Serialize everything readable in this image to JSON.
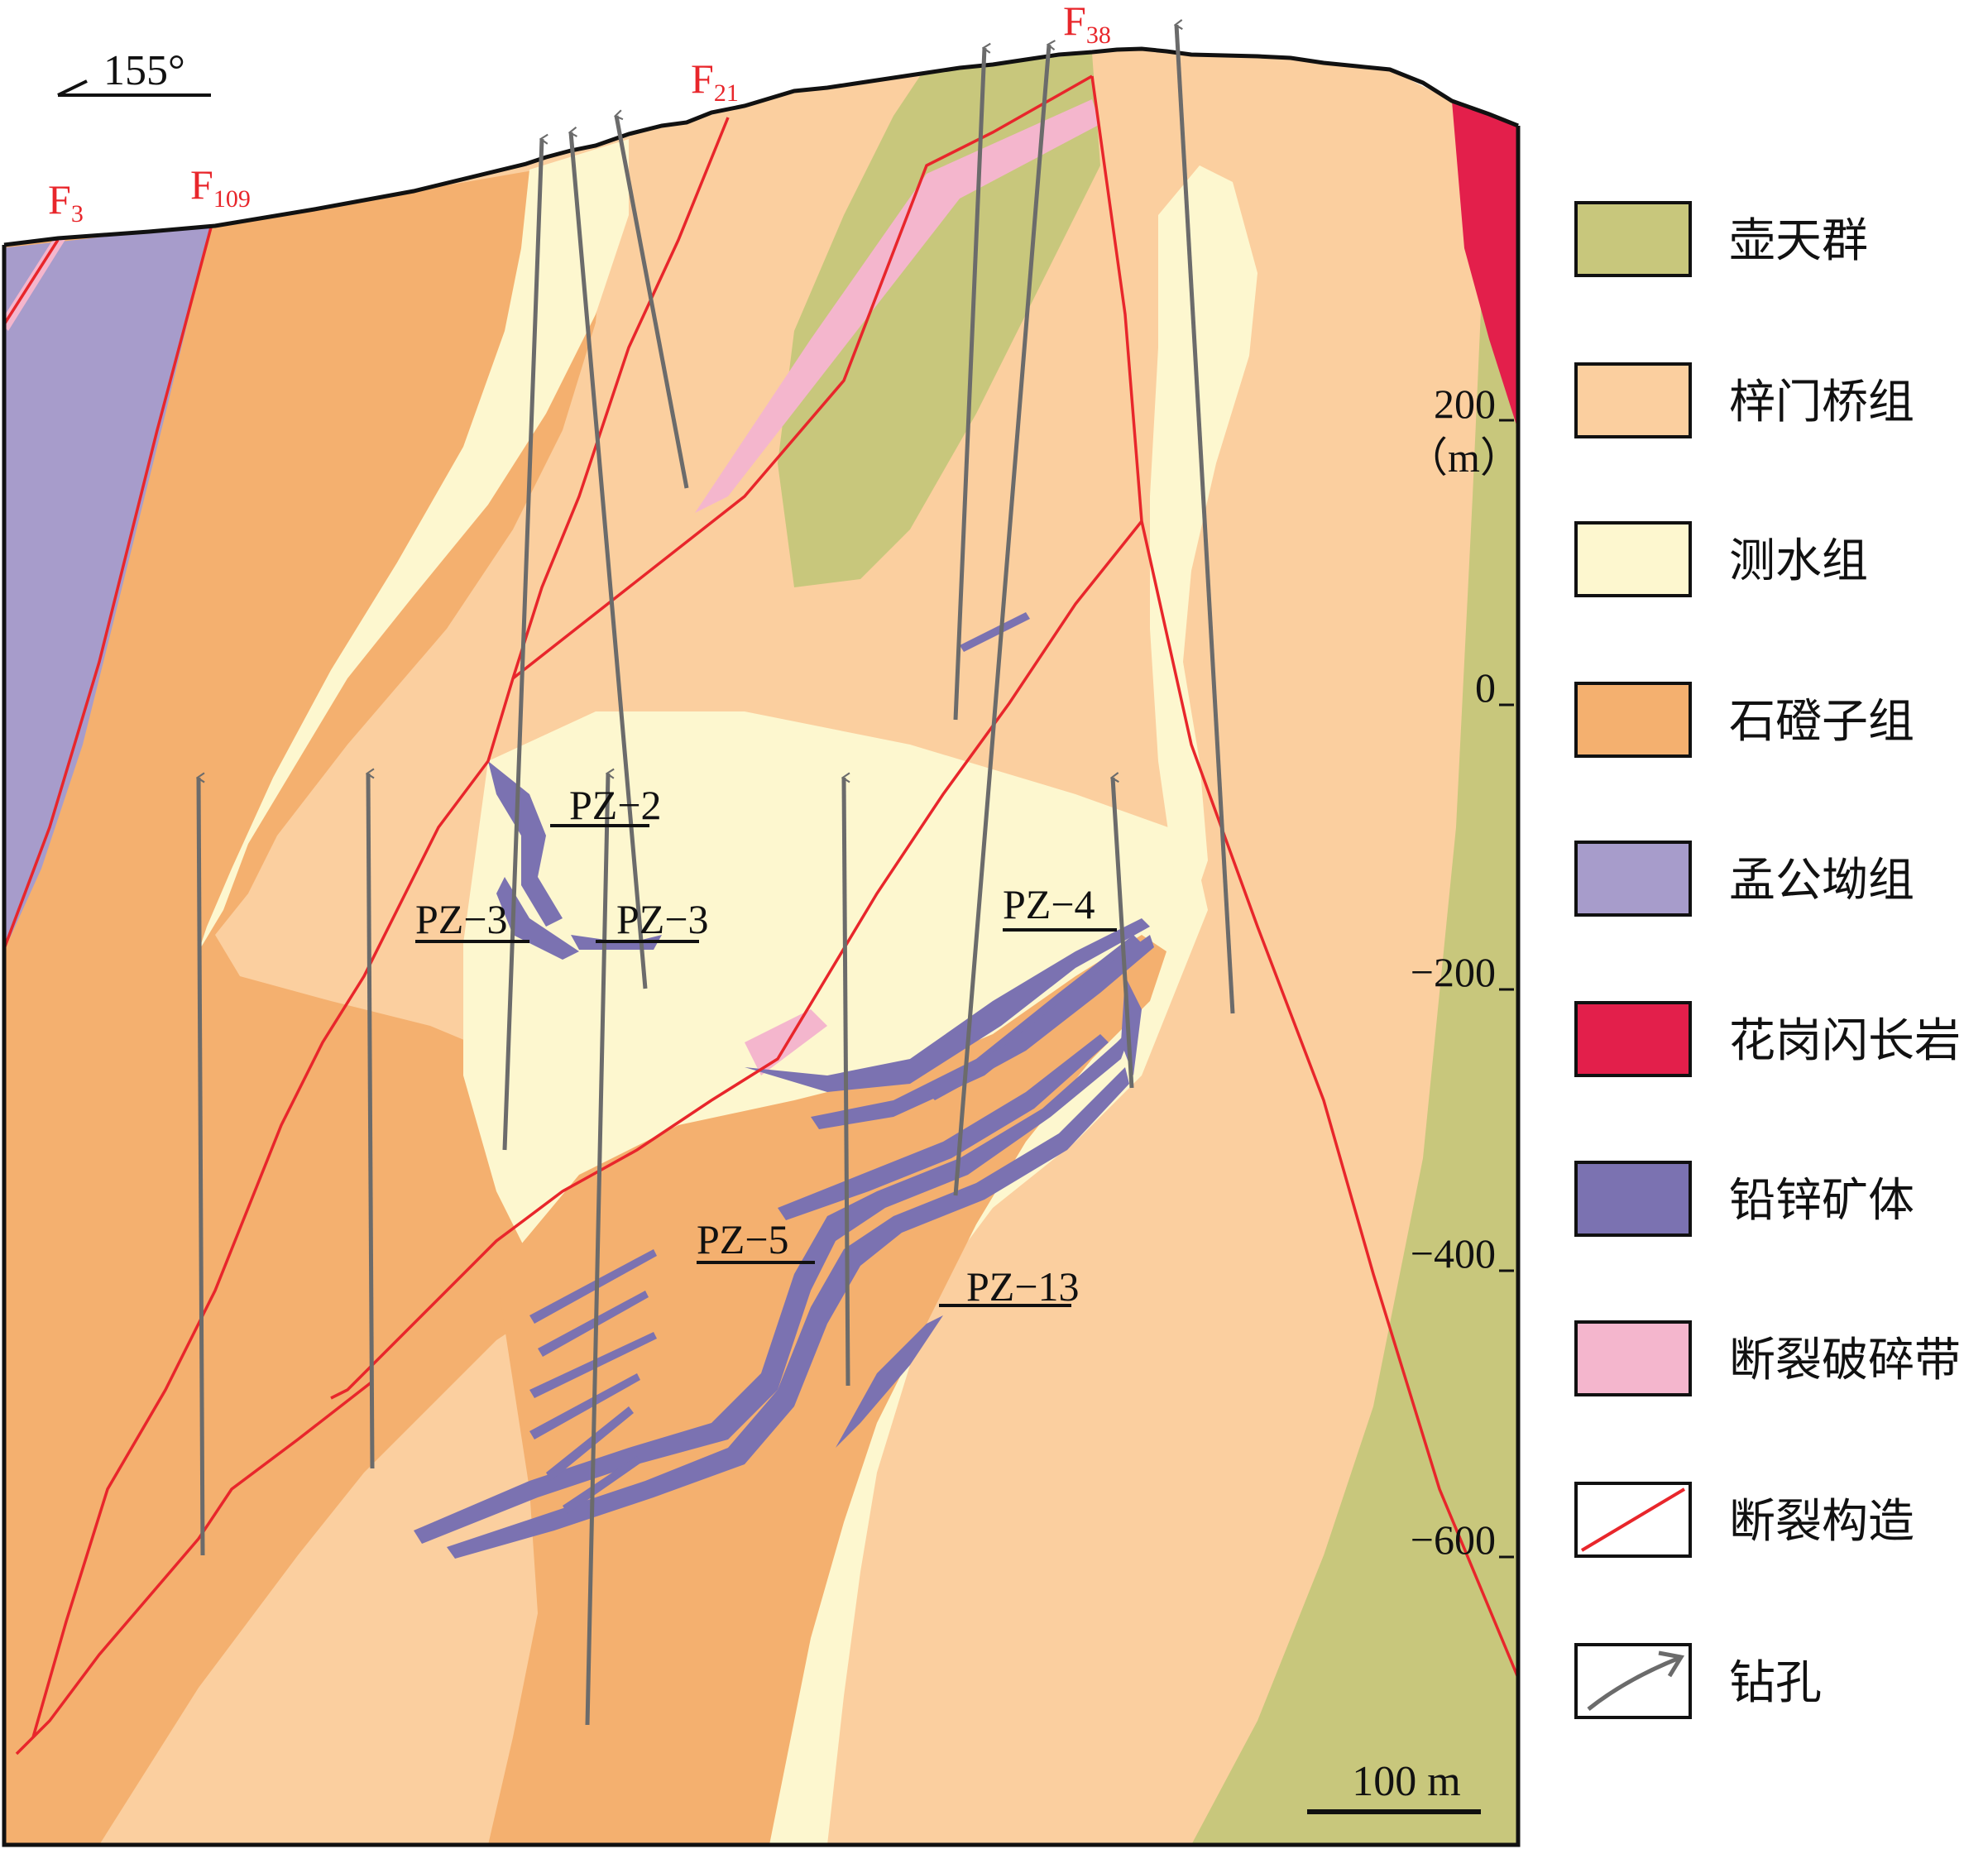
{
  "orientation": {
    "label": "155°"
  },
  "faults": [
    {
      "id": "F3",
      "main": "F",
      "sub": "3"
    },
    {
      "id": "F109",
      "main": "F",
      "sub": "109"
    },
    {
      "id": "F21",
      "main": "F",
      "sub": "21"
    },
    {
      "id": "F38",
      "main": "F",
      "sub": "38"
    }
  ],
  "orebodies": [
    "PZ−2",
    "PZ−3",
    "PZ−3",
    "PZ−4",
    "PZ−5",
    "PZ−13"
  ],
  "elevation_axis": {
    "ticks": [
      "200",
      "0",
      "−200",
      "−400",
      "−600"
    ],
    "unit": "（m）"
  },
  "scale_bar": {
    "label": "100 m"
  },
  "legend": [
    {
      "key": "hutian",
      "label": "壶天群",
      "color": "#c8c77c"
    },
    {
      "key": "zimenqiao",
      "label": "梓门桥组",
      "color": "#fbcf9f"
    },
    {
      "key": "ceshui",
      "label": "测水组",
      "color": "#fdf7cf"
    },
    {
      "key": "shidengzi",
      "label": "石磴子组",
      "color": "#f4b06f"
    },
    {
      "key": "menggongao",
      "label": "孟公坳组",
      "color": "#a79ccb"
    },
    {
      "key": "granodiorite",
      "label": "花岗闪长岩",
      "color": "#e31f4b"
    },
    {
      "key": "orebody",
      "label": "铅锌矿体",
      "color": "#7b72b1"
    },
    {
      "key": "fracture_zone",
      "label": "断裂破碎带",
      "color": "#f4b6cd"
    },
    {
      "key": "fault",
      "label": "断裂构造",
      "color": "#e8262b"
    },
    {
      "key": "drillhole",
      "label": "钻孔",
      "color": "#6b6b6b"
    }
  ]
}
